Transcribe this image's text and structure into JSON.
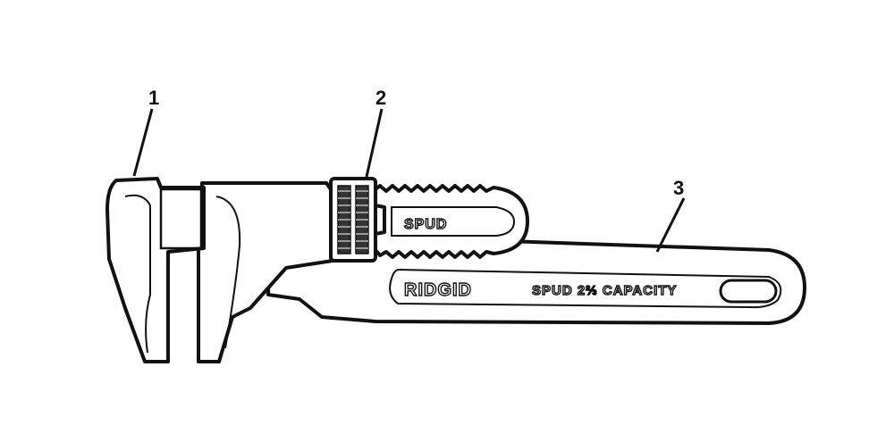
{
  "diagram": {
    "callouts": [
      {
        "id": "1",
        "label": "1"
      },
      {
        "id": "2",
        "label": "2"
      },
      {
        "id": "3",
        "label": "3"
      }
    ],
    "engravings": {
      "jaw_text": "SPUD",
      "brand_text": "RIDGID",
      "handle_text": "SPUD 2⅔ CAPACITY"
    },
    "colors": {
      "line": "#111111",
      "background": "#ffffff"
    }
  }
}
